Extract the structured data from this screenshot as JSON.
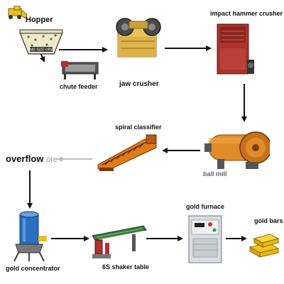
{
  "diagram": {
    "nodes": {
      "hopper": {
        "label": "Hopper",
        "icon": "hopper-icon"
      },
      "chute_feeder": {
        "label": "chute feeder",
        "icon": "chute-feeder-icon"
      },
      "jaw_crusher": {
        "label": "jaw crusher",
        "icon": "jaw-crusher-icon"
      },
      "impact_hammer_crusher": {
        "label": "impact hammer crusher",
        "icon": "impact-hammer-crusher-icon"
      },
      "ball_mill": {
        "label": "ball mill",
        "icon": "ball-mill-icon"
      },
      "spiral_classifier": {
        "label": "spiral classifier",
        "icon": "spiral-classifier-icon"
      },
      "overflow_ore": {
        "label_main": "overflow",
        "label_rest": "ore"
      },
      "gold_concentrator": {
        "label": "gold concentrator",
        "icon": "gold-concentrator-icon"
      },
      "shaker_table": {
        "label": "6S shaker table",
        "icon": "shaker-table-icon"
      },
      "gold_furnace": {
        "label": "gold furnace",
        "icon": "gold-furnace-icon"
      },
      "gold_bars": {
        "label": "gold bars",
        "icon": "gold-bars-icon"
      }
    },
    "hopper_plate_text": "BIG SIZE ORE",
    "colors": {
      "arrow": "#111111",
      "overflow_arrow": "#bbbbbb",
      "ball_mill": "#e08a2a",
      "gold": "#f2c51a",
      "machine_red": "#a8332b",
      "machine_yellow": "#e8c25a",
      "machine_green": "#3a7a3a",
      "concentrator_blue": "#2a6fc0"
    }
  }
}
